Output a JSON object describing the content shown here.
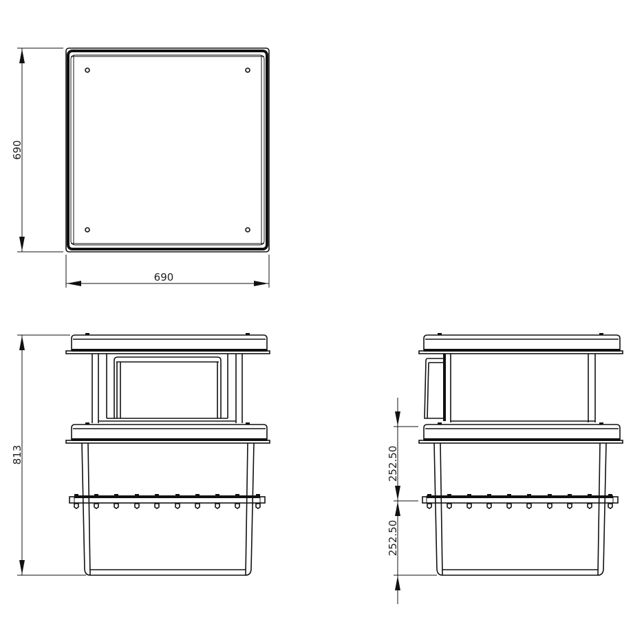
{
  "drawing": {
    "type": "orthographic technical drawing",
    "views": [
      {
        "name": "top-view",
        "description": "Square lid seen from above with 4 corner holes"
      },
      {
        "name": "front-view",
        "description": "Stacked enclosure: lid, spacer section with window, second lid, bolted flange, base tub"
      },
      {
        "name": "side-view",
        "description": "Side elevation with side-mounted box and stacked dimensions"
      }
    ],
    "dimensions": {
      "top_height": "690",
      "top_width": "690",
      "front_height": "813",
      "side_upper": "252.50",
      "side_lower": "252.50"
    },
    "colors": {
      "line": "#111111",
      "background": "#ffffff"
    },
    "bolt_count": 10
  }
}
